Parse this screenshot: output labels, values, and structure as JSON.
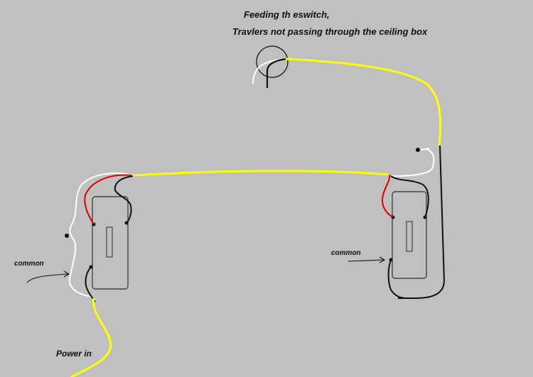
{
  "labels": {
    "title_line1": "Feeding th eswitch,",
    "title_line2": "Travlers not passing through the ceiling box",
    "common_left": "common",
    "common_right": "common",
    "power_in": "Power in"
  },
  "colors": {
    "background": "#c0c0c0",
    "traveler_wire": "#ffff00",
    "hot_wire": "#111111",
    "neutral_wire": "#ffffff",
    "red_wire": "#e00000",
    "switch_outline": "#444444"
  },
  "icons": {
    "fixture": "ceiling-box-circle",
    "terminal": "terminal-dot",
    "arrow": "arrow-right"
  }
}
